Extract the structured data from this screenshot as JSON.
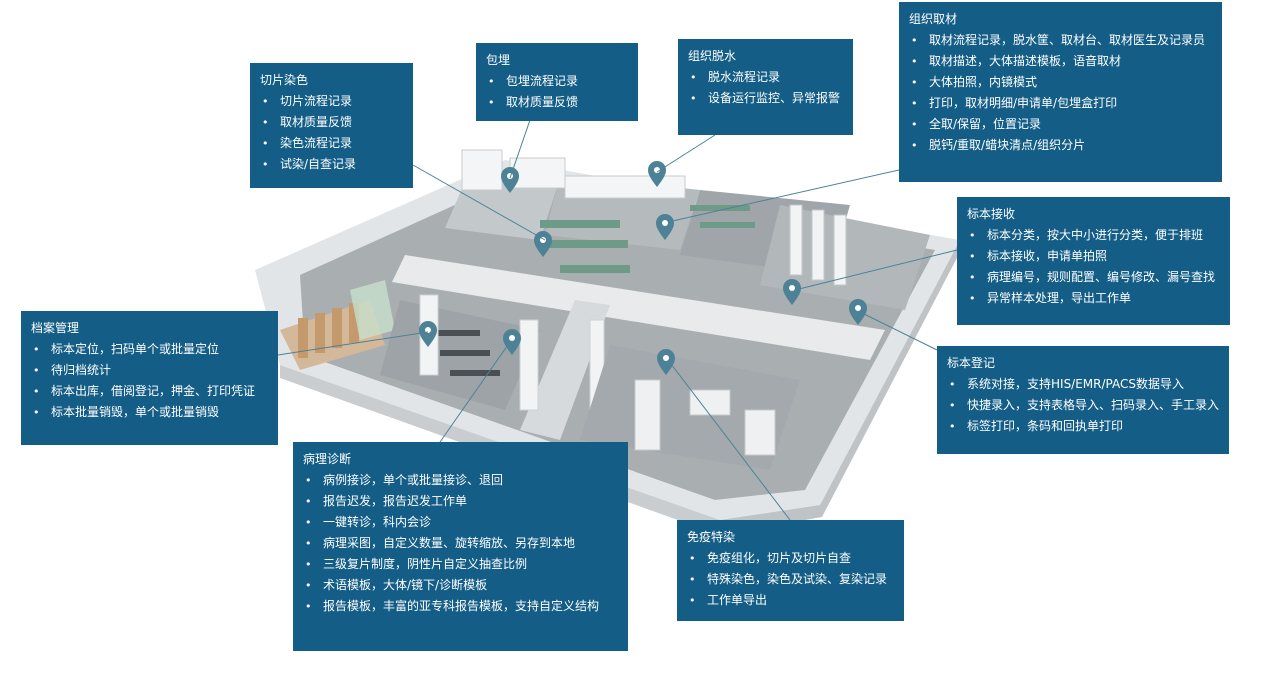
{
  "callouts": {
    "qiepian": {
      "title": "切片染色",
      "items": [
        "切片流程记录",
        "取材质量反馈",
        "染色流程记录",
        "试染/自查记录"
      ]
    },
    "baomai": {
      "title": "包埋",
      "items": [
        "包埋流程记录",
        "取材质量反馈"
      ]
    },
    "tuoshui": {
      "title": "组织脱水",
      "items": [
        "脱水流程记录",
        "设备运行监控、异常报警"
      ]
    },
    "qucai": {
      "title": "组织取材",
      "items": [
        "取材流程记录，脱水筐、取材台、取材医生及记录员",
        "取材描述，大体描述模板，语音取材",
        "大体拍照，内镜模式",
        "打印，取材明细/申请单/包埋盒打印",
        "全取/保留，位置记录",
        "脱钙/重取/蜡块清点/组织分片"
      ]
    },
    "jieshou": {
      "title": "标本接收",
      "items": [
        "标本分类，按大中小进行分类，便于排班",
        "标本接收，申请单拍照",
        "病理编号，规则配置、编号修改、漏号查找",
        "异常样本处理，导出工作单"
      ]
    },
    "dengji": {
      "title": "标本登记",
      "items": [
        "系统对接，支持HIS/EMR/PACS数据导入",
        "快捷录入，支持表格导入、扫码录入、手工录入",
        "标签打印，条码和回执单打印"
      ]
    },
    "dangan": {
      "title": "档案管理",
      "items": [
        "标本定位，扫码单个或批量定位",
        "待归档统计",
        "标本出库，借阅登记，押金、打印凭证",
        "标本批量销毁，单个或批量销毁"
      ]
    },
    "zhenduan": {
      "title": "病理诊断",
      "items": [
        "病例接诊，单个或批量接诊、退回",
        "报告迟发，报告迟发工作单",
        "一键转诊，科内会诊",
        "病理采图，自定义数量、旋转缩放、另存到本地",
        "三级复片制度，阴性片自定义抽查比例",
        "术语模板，大体/镜下/诊断模板",
        "报告模板，丰富的亚专科报告模板，支持自定义结构"
      ]
    },
    "mianyi": {
      "title": "免疫特染",
      "items": [
        "免疫组化，切片及切片自查",
        "特殊染色，染色及试染、复染记录",
        "工作单导出"
      ]
    }
  },
  "colors": {
    "panel": "#135d87",
    "pin": "#4d8296",
    "floor": "#a9aeb1",
    "wall": "#eef0f1"
  }
}
